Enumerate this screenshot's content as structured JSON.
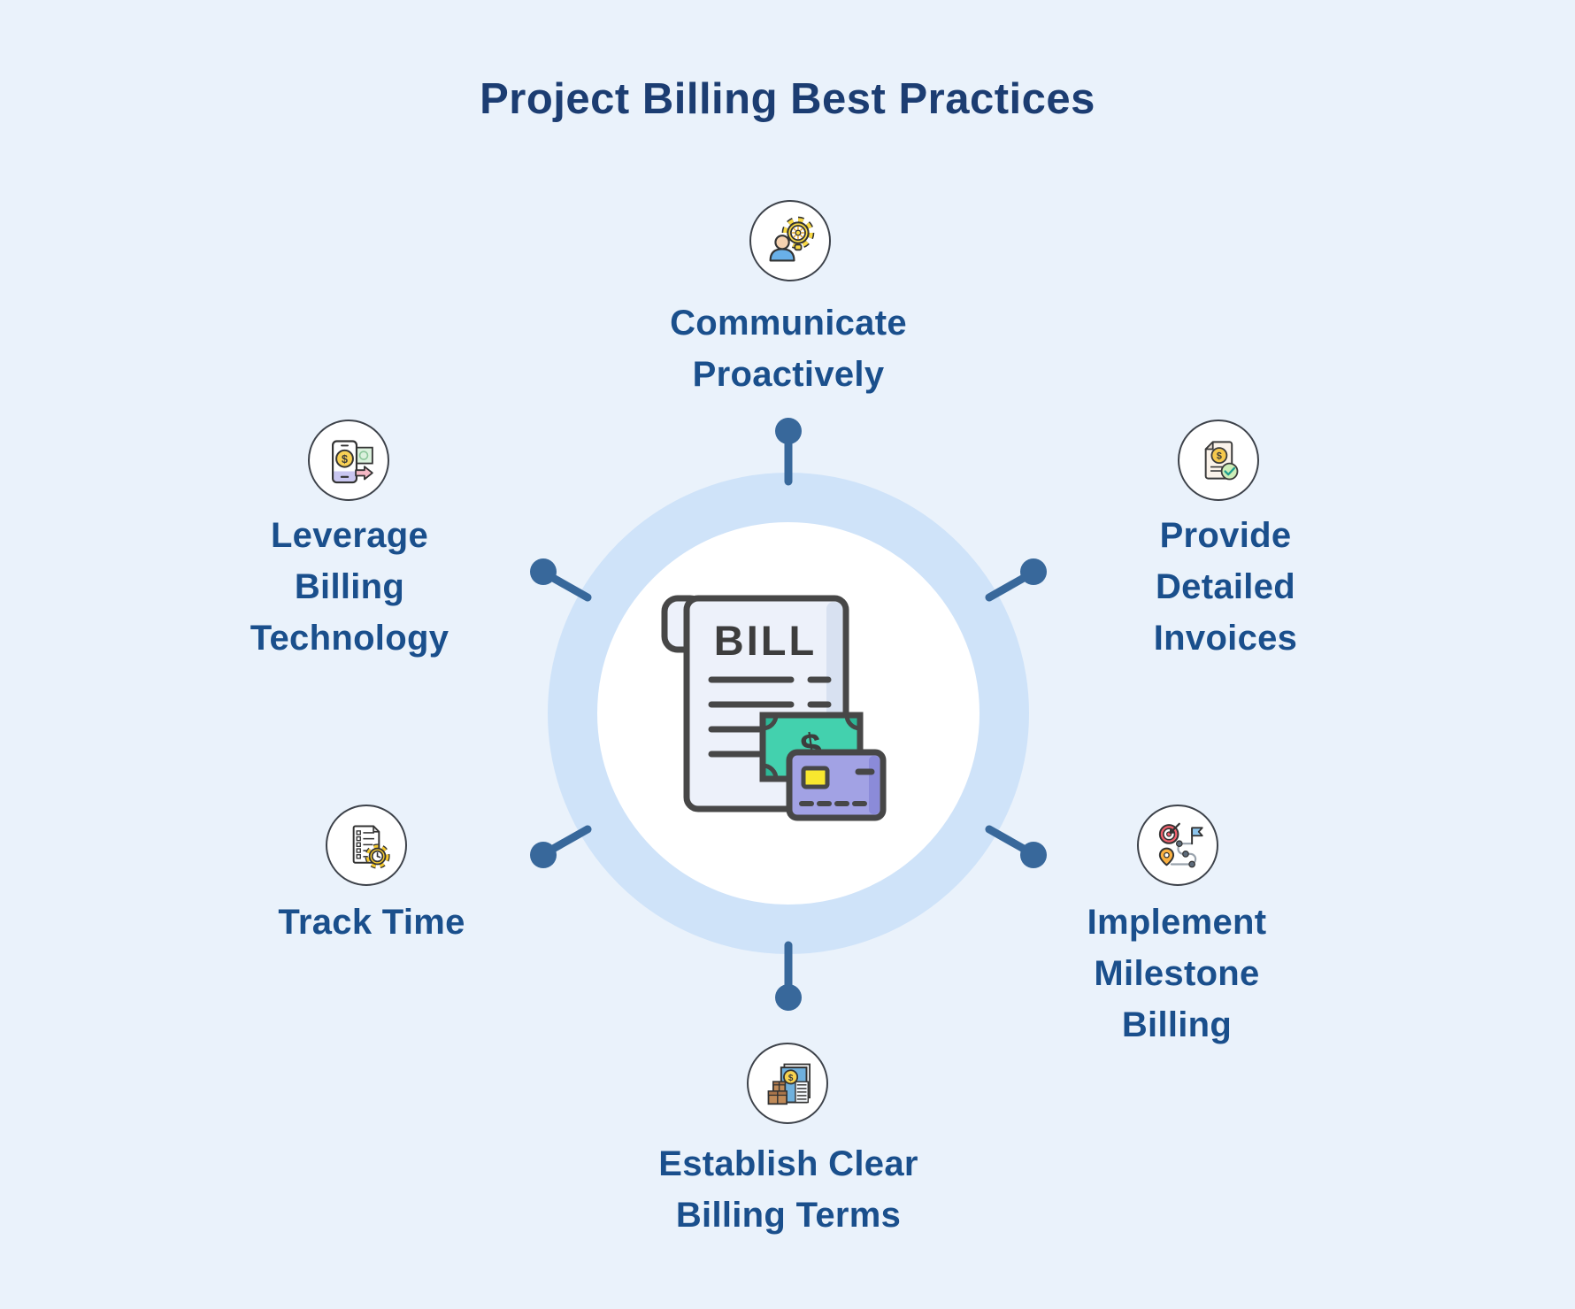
{
  "title": "Project Billing Best Practices",
  "colors": {
    "bg": "#eaf2fb",
    "title": "#1c3d72",
    "label": "#1a4f8c",
    "spoke": "#38689b",
    "ring": "#cfe3f9",
    "hub": "#ffffff",
    "icon_border": "#3d424a"
  },
  "center": {
    "illustration": "bill-money-credit-card",
    "bill_text": "BILL",
    "dollar_sign": "$"
  },
  "items": [
    {
      "id": "communicate-proactively",
      "position": "top",
      "icon": "person-idea-gear-icon",
      "lines": [
        "Communicate",
        "Proactively"
      ]
    },
    {
      "id": "provide-detailed-invoices",
      "position": "upper-right",
      "icon": "invoice-check-icon",
      "lines": [
        "Provide",
        "Detailed",
        "Invoices"
      ]
    },
    {
      "id": "implement-milestone-billing",
      "position": "lower-right",
      "icon": "milestone-roadmap-icon",
      "lines": [
        "Implement",
        "Milestone",
        "Billing"
      ]
    },
    {
      "id": "establish-clear-billing-terms",
      "position": "bottom",
      "icon": "billing-terms-boxes-icon",
      "lines": [
        "Establish Clear",
        "Billing Terms"
      ]
    },
    {
      "id": "track-time",
      "position": "lower-left",
      "icon": "timesheet-gear-clock-icon",
      "lines": [
        "Track Time"
      ]
    },
    {
      "id": "leverage-billing-technology",
      "position": "upper-left",
      "icon": "mobile-billing-icon",
      "lines": [
        "Leverage",
        "Billing",
        "Technology"
      ]
    }
  ],
  "icon_dollar": "$"
}
